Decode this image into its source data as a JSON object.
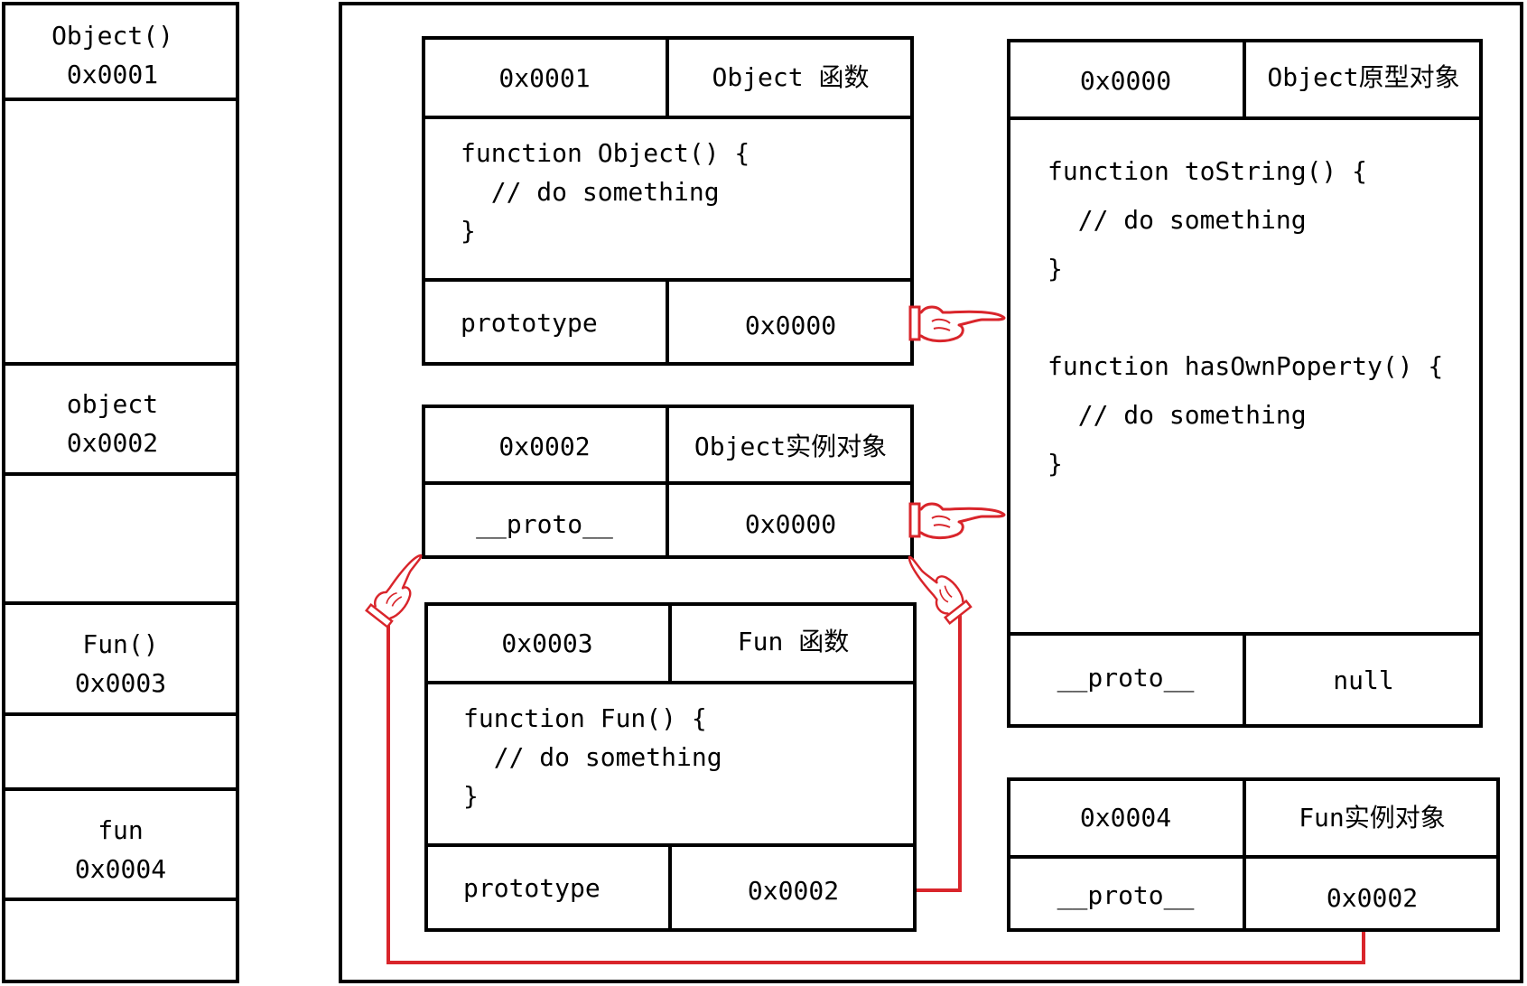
{
  "stack": [
    {
      "name": "Object()",
      "addr": "0x0001"
    },
    {
      "name": "object",
      "addr": "0x0002"
    },
    {
      "name": "Fun()",
      "addr": "0x0003"
    },
    {
      "name": "fun",
      "addr": "0x0004"
    }
  ],
  "object_fn": {
    "addr": "0x0001",
    "title": "Object 函数",
    "code": "function Object() {\n  // do something\n}",
    "prop_key": "prototype",
    "prop_val": "0x0000"
  },
  "object_proto": {
    "addr": "0x0000",
    "title": "Object原型对象",
    "code": "function toString() {\n  // do something\n}\n\nfunction hasOwnPoperty() {\n  // do something\n}",
    "prop_key": "__proto__",
    "prop_val": "null"
  },
  "object_inst": {
    "addr": "0x0002",
    "title": "Object实例对象",
    "prop_key": "__proto__",
    "prop_val": "0x0000"
  },
  "fun_fn": {
    "addr": "0x0003",
    "title": "Fun 函数",
    "code": "function Fun() {\n  // do something\n}",
    "prop_key": "prototype",
    "prop_val": "0x0002"
  },
  "fun_inst": {
    "addr": "0x0004",
    "title": "Fun实例对象",
    "prop_key": "__proto__",
    "prop_val": "0x0002"
  },
  "colors": {
    "line": "#000000",
    "pointer": "#d9252b",
    "bg": "#ffffff"
  },
  "icons": [
    "pointing-hand-icon"
  ]
}
